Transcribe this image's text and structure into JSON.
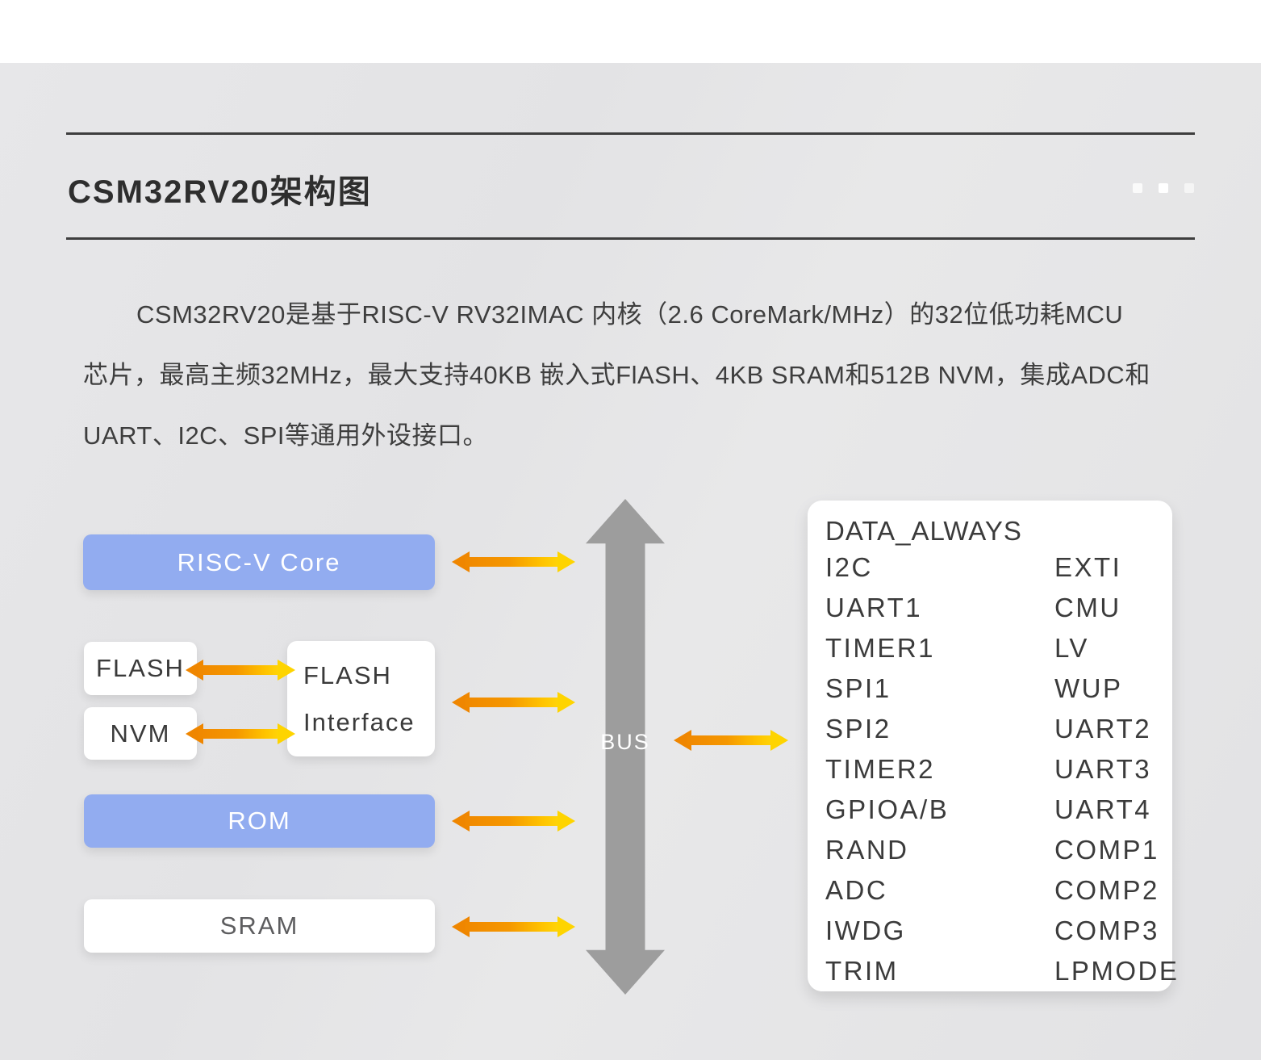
{
  "header": {
    "title": "CSM32RV20架构图"
  },
  "intro": {
    "lines": [
      "CSM32RV20是基于RISC-V RV32IMAC 内核（2.6 CoreMark/MHz）的32位低功耗MCU",
      "芯片，最高主频32MHz，最大支持40KB 嵌入式FlASH、4KB SRAM和512B NVM，集成ADC和",
      "UART、I2C、SPI等通用外设接口。"
    ]
  },
  "diagram": {
    "bus_label": "BUS",
    "blocks": {
      "riscv_core": "RISC-V Core",
      "flash": "FLASH",
      "nvm": "NVM",
      "flash_interface": [
        "FLASH",
        "Interface"
      ],
      "rom": "ROM",
      "sram": "SRAM"
    },
    "panel": {
      "header": "DATA_ALWAYS",
      "left": [
        "I2C",
        "UART1",
        "TIMER1",
        "SPI1",
        "SPI2",
        "TIMER2",
        "GPIOA/B",
        "RAND",
        "ADC",
        "IWDG",
        "TRIM"
      ],
      "right": [
        "EXTI",
        "CMU",
        "LV",
        "WUP",
        "UART2",
        "UART3",
        "UART4",
        "COMP1",
        "COMP2",
        "COMP3",
        "LPMODE"
      ]
    },
    "colors": {
      "block_blue": "#92acf0",
      "bus_gray": "#9d9d9d",
      "arrow_orange": "#f08800",
      "arrow_yellow": "#ffd80a"
    }
  }
}
